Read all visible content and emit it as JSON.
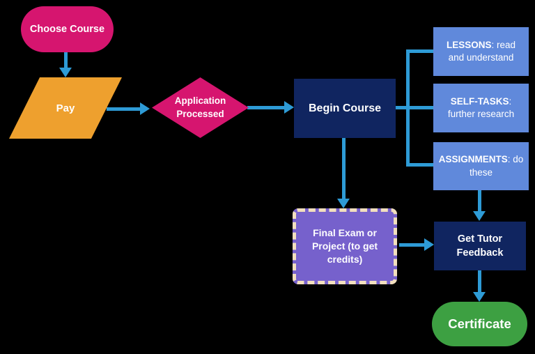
{
  "diagram_type": "flowchart",
  "colors": {
    "background": "#000000",
    "pink": "#D6156F",
    "orange": "#EEA02E",
    "navy": "#102560",
    "light_blue": "#6089DB",
    "purple": "#7661CC",
    "green": "#3DA042",
    "connector_blue": "#2E9BD6",
    "dashed_border_cream": "#F2DFBE",
    "text_white": "#FFFFFF"
  },
  "nodes": {
    "choose_course": {
      "label": "Choose Course",
      "shape": "stadium"
    },
    "pay": {
      "label": "Pay",
      "shape": "parallelogram"
    },
    "application_processed": {
      "label": "Application Processed",
      "shape": "diamond"
    },
    "begin_course": {
      "label": "Begin Course",
      "shape": "rectangle"
    },
    "lessons": {
      "label": "LESSONS",
      "desc": ": read and understand",
      "shape": "rectangle"
    },
    "self_tasks": {
      "label": "SELF-TASKS",
      "desc": ": further research",
      "shape": "rectangle"
    },
    "assignments": {
      "label": "ASSIGNMENTS",
      "desc": ": do these",
      "shape": "rectangle"
    },
    "final_exam": {
      "label": "Final Exam or Project (to get credits)",
      "shape": "dashed-rectangle"
    },
    "get_tutor_feedback": {
      "label": "Get Tutor Feedback",
      "shape": "rectangle"
    },
    "certificate": {
      "label": "Certificate",
      "shape": "stadium"
    }
  },
  "edges": [
    {
      "from": "choose_course",
      "to": "pay",
      "arrowhead": true
    },
    {
      "from": "pay",
      "to": "application_processed",
      "arrowhead": true
    },
    {
      "from": "application_processed",
      "to": "begin_course",
      "arrowhead": true
    },
    {
      "from": "begin_course",
      "to": "lessons",
      "arrowhead": false
    },
    {
      "from": "begin_course",
      "to": "self_tasks",
      "arrowhead": false
    },
    {
      "from": "begin_course",
      "to": "assignments",
      "arrowhead": false
    },
    {
      "from": "begin_course",
      "to": "final_exam",
      "arrowhead": true
    },
    {
      "from": "assignments",
      "to": "get_tutor_feedback",
      "arrowhead": true
    },
    {
      "from": "final_exam",
      "to": "get_tutor_feedback",
      "arrowhead": true
    },
    {
      "from": "get_tutor_feedback",
      "to": "certificate",
      "arrowhead": true
    }
  ]
}
